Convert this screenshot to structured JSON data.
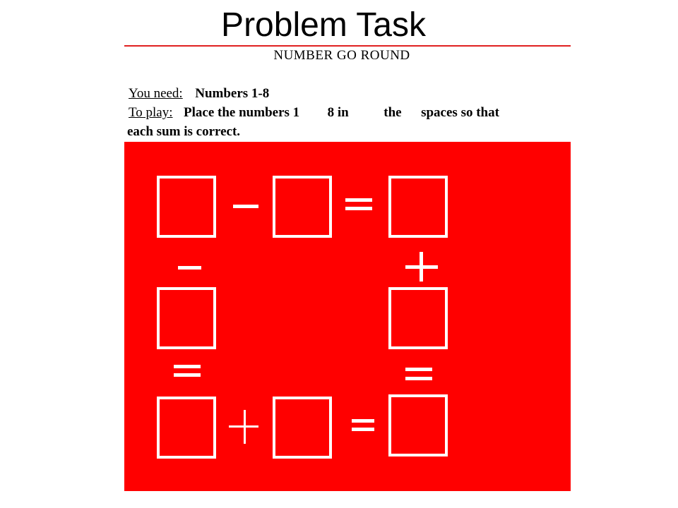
{
  "slide": {
    "title": "Problem Task"
  },
  "worksheet": {
    "heading": "NUMBER GO ROUND",
    "you_need_label": "You need:",
    "you_need_value": "Numbers 1-8",
    "to_play_label": "To play:",
    "to_play_text_a": "Place the numbers 1",
    "to_play_text_b": "8  in",
    "to_play_text_c": "the",
    "to_play_text_d": "spaces so that",
    "to_play_text_e": "each sum is correct."
  },
  "board": {
    "operators": [
      "minus",
      "equals",
      "minus",
      "plus",
      "equals",
      "equals",
      "plus",
      "equals"
    ],
    "empty_boxes": 8
  },
  "colors": {
    "board_background": "#ff0000",
    "board_lines": "#ffffff",
    "title_rule": "#e02020"
  }
}
